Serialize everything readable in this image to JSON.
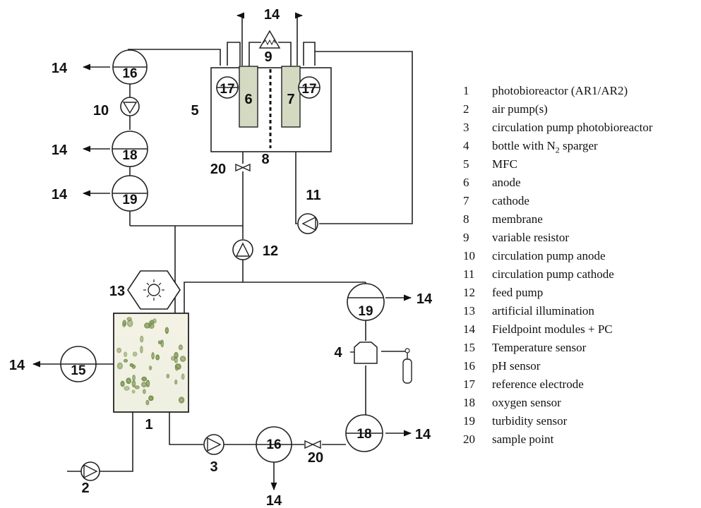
{
  "labels": {
    "l14": "14",
    "l10": "10",
    "l5": "5",
    "l6": "6",
    "l7": "7",
    "l8": "8",
    "l9": "9",
    "l11": "11",
    "l12": "12",
    "l13": "13",
    "l20": "20",
    "l1": "1",
    "l2": "2",
    "l3": "3",
    "l4": "4",
    "l15": "15",
    "l16": "16",
    "l17": "17",
    "l18": "18",
    "l19": "19"
  },
  "legend": [
    {
      "num": "1",
      "text": "photobioreactor (AR1/AR2)"
    },
    {
      "num": "2",
      "text": "air pump(s)"
    },
    {
      "num": "3",
      "text": "circulation pump photobioreactor"
    },
    {
      "num": "4",
      "text": "bottle with N",
      "sub": "2",
      "text_after": " sparger"
    },
    {
      "num": "5",
      "text": "MFC"
    },
    {
      "num": "6",
      "text": "anode"
    },
    {
      "num": "7",
      "text": "cathode"
    },
    {
      "num": "8",
      "text": "membrane"
    },
    {
      "num": "9",
      "text": "variable resistor"
    },
    {
      "num": "10",
      "text": "circulation pump anode"
    },
    {
      "num": "11",
      "text": "circulation pump cathode"
    },
    {
      "num": "12",
      "text": "feed pump"
    },
    {
      "num": "13",
      "text": "artificial illumination"
    },
    {
      "num": "14",
      "text": "Fieldpoint modules + PC"
    },
    {
      "num": "15",
      "text": "Temperature sensor"
    },
    {
      "num": "16",
      "text": "pH sensor"
    },
    {
      "num": "17",
      "text": "reference electrode"
    },
    {
      "num": "18",
      "text": "oxygen sensor"
    },
    {
      "num": "19",
      "text": "turbidity sensor"
    },
    {
      "num": "20",
      "text": "sample point"
    }
  ]
}
